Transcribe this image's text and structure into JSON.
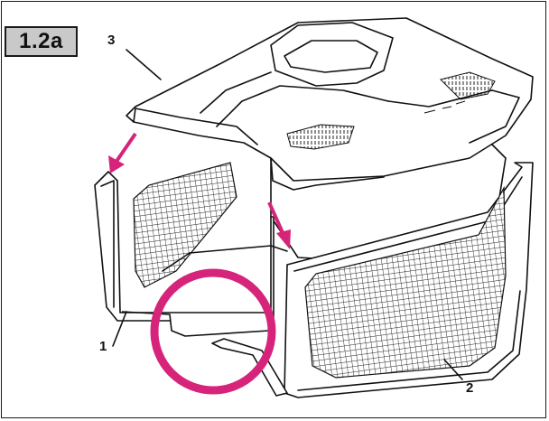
{
  "figure": {
    "label": "1.2a"
  },
  "callouts": {
    "one": "1",
    "two": "2",
    "three": "3"
  },
  "colors": {
    "highlight": "#d6247a",
    "badge_fill": "#c9c9c9",
    "line": "#111111"
  },
  "icons": {
    "direction_arrows": "down-arrow-icon",
    "highlight": "circle-icon"
  }
}
